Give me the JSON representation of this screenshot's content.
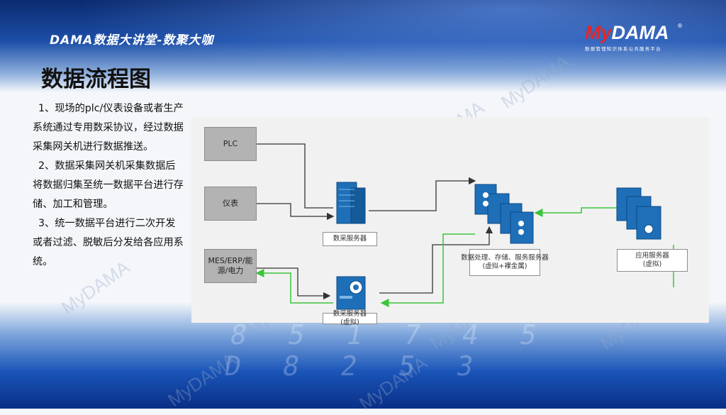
{
  "header": {
    "subtitle": "DAMA数据大讲堂-数聚大咖",
    "logo_my": "My",
    "logo_dama": "DAMA",
    "logo_reg": "®",
    "logo_tagline": "数据管理知识体系公共服务平台"
  },
  "page_title": "数据流程图",
  "description": [
    "1、现场的plc/仪表设备或者生产系统通过专用数采协议，经过数据采集网关机进行数据推送。",
    "2、数据采集网关机采集数据后将数据归集至统一数据平台进行存储、加工和管理。",
    "3、统一数据平台进行二次开发或者过滤、脱敏后分发给各应用系统。"
  ],
  "diagram": {
    "sources": [
      "PLC",
      "仪表",
      "MES/ERP/能源/电力"
    ],
    "collector_top": "数采服务器",
    "collector_bottom": "数采服务器\n(虚拟)",
    "data_cluster": "数据处理、存储、服务服务器\n(虚拟+裸金属)",
    "app_server": "应用服务器\n(虚拟)",
    "colors": {
      "line_dark": "#333333",
      "line_green": "#3cc43c",
      "server_blue": "#1e6fb8",
      "server_dark": "#0d4a85"
    }
  },
  "watermark": "MyDAMA",
  "background_digits": "8 5 1 7 4 5\nD 8 2 5 3"
}
